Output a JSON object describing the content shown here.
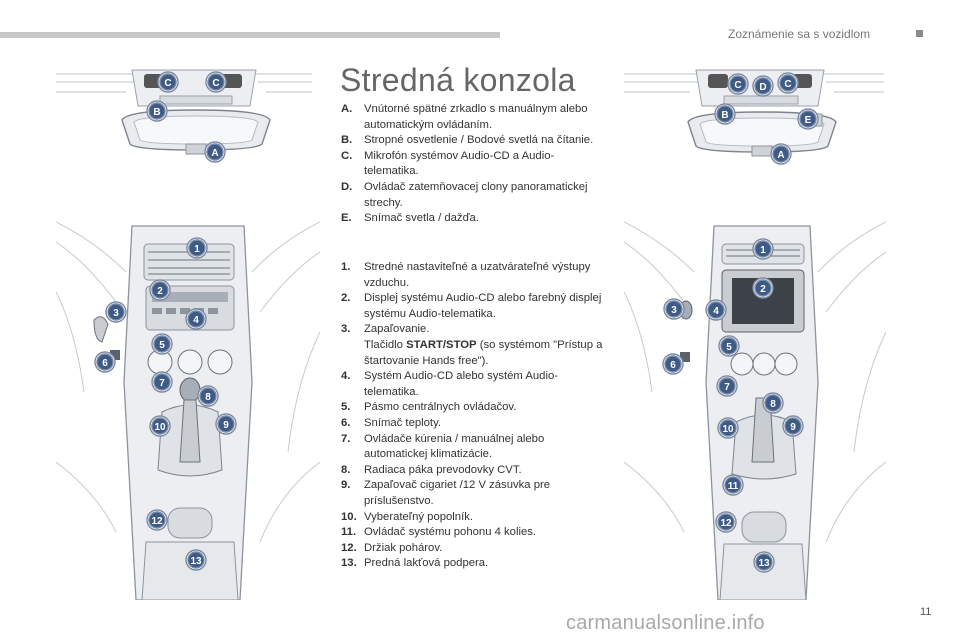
{
  "header": {
    "section_title": "Zoznámenie sa s vozidlom"
  },
  "page": {
    "title": "Stredná konzola",
    "number": "11"
  },
  "watermark": "carmanualsonline.info",
  "letter_items": [
    {
      "key": "A.",
      "text": "Vnútorné spätné zrkadlo s manuálnym alebo automatickým ovládaním."
    },
    {
      "key": "B.",
      "text": "Stropné osvetlenie / Bodové svetlá na čítanie."
    },
    {
      "key": "C.",
      "text": "Mikrofón systémov Audio-CD a Audio-telematika."
    },
    {
      "key": "D.",
      "text": "Ovládač zatemňovacej clony panoramatickej strechy."
    },
    {
      "key": "E.",
      "text": "Snímač svetla / dažďa."
    }
  ],
  "number_items": [
    {
      "key": "1.",
      "text": "Stredné nastaviteľné a uzatvárateľné výstupy vzduchu."
    },
    {
      "key": "2.",
      "text": "Displej systému Audio-CD alebo farebný displej systému Audio-telematika."
    },
    {
      "key": "3.",
      "text": "Zapaľovanie.",
      "extra_pre": "Tlačidlo ",
      "extra_bold": "START/STOP",
      "extra_post": " (so systémom \"Prístup a štartovanie Hands free\")."
    },
    {
      "key": "4.",
      "text": "Systém Audio-CD alebo systém Audio-telematika."
    },
    {
      "key": "5.",
      "text": "Pásmo centrálnych ovládačov."
    },
    {
      "key": "6.",
      "text": "Snímač teploty."
    },
    {
      "key": "7.",
      "text": "Ovládače kúrenia / manuálnej alebo automatickej klimatizácie."
    },
    {
      "key": "8.",
      "text": "Radiaca páka prevodovky CVT."
    },
    {
      "key": "9.",
      "text": "Zapaľovač cigariet /12 V zásuvka pre príslušenstvo."
    },
    {
      "key": "10.",
      "text": "Vyberateľný popolník."
    },
    {
      "key": "11.",
      "text": "Ovládač systému pohonu 4 kolies."
    },
    {
      "key": "12.",
      "text": "Držiak pohárov."
    },
    {
      "key": "13.",
      "text": "Predná lakťová podpera."
    }
  ],
  "figure_labels": {
    "mirror_left": [
      "C",
      "C",
      "B",
      "A"
    ],
    "mirror_right": [
      "C",
      "D",
      "C",
      "B",
      "E",
      "A"
    ],
    "console_left": [
      "1",
      "2",
      "3",
      "4",
      "5",
      "6",
      "7",
      "8",
      "9",
      "10",
      "12",
      "13"
    ],
    "console_right": [
      "1",
      "2",
      "3",
      "4",
      "5",
      "6",
      "7",
      "8",
      "9",
      "10",
      "11",
      "12",
      "13"
    ]
  }
}
